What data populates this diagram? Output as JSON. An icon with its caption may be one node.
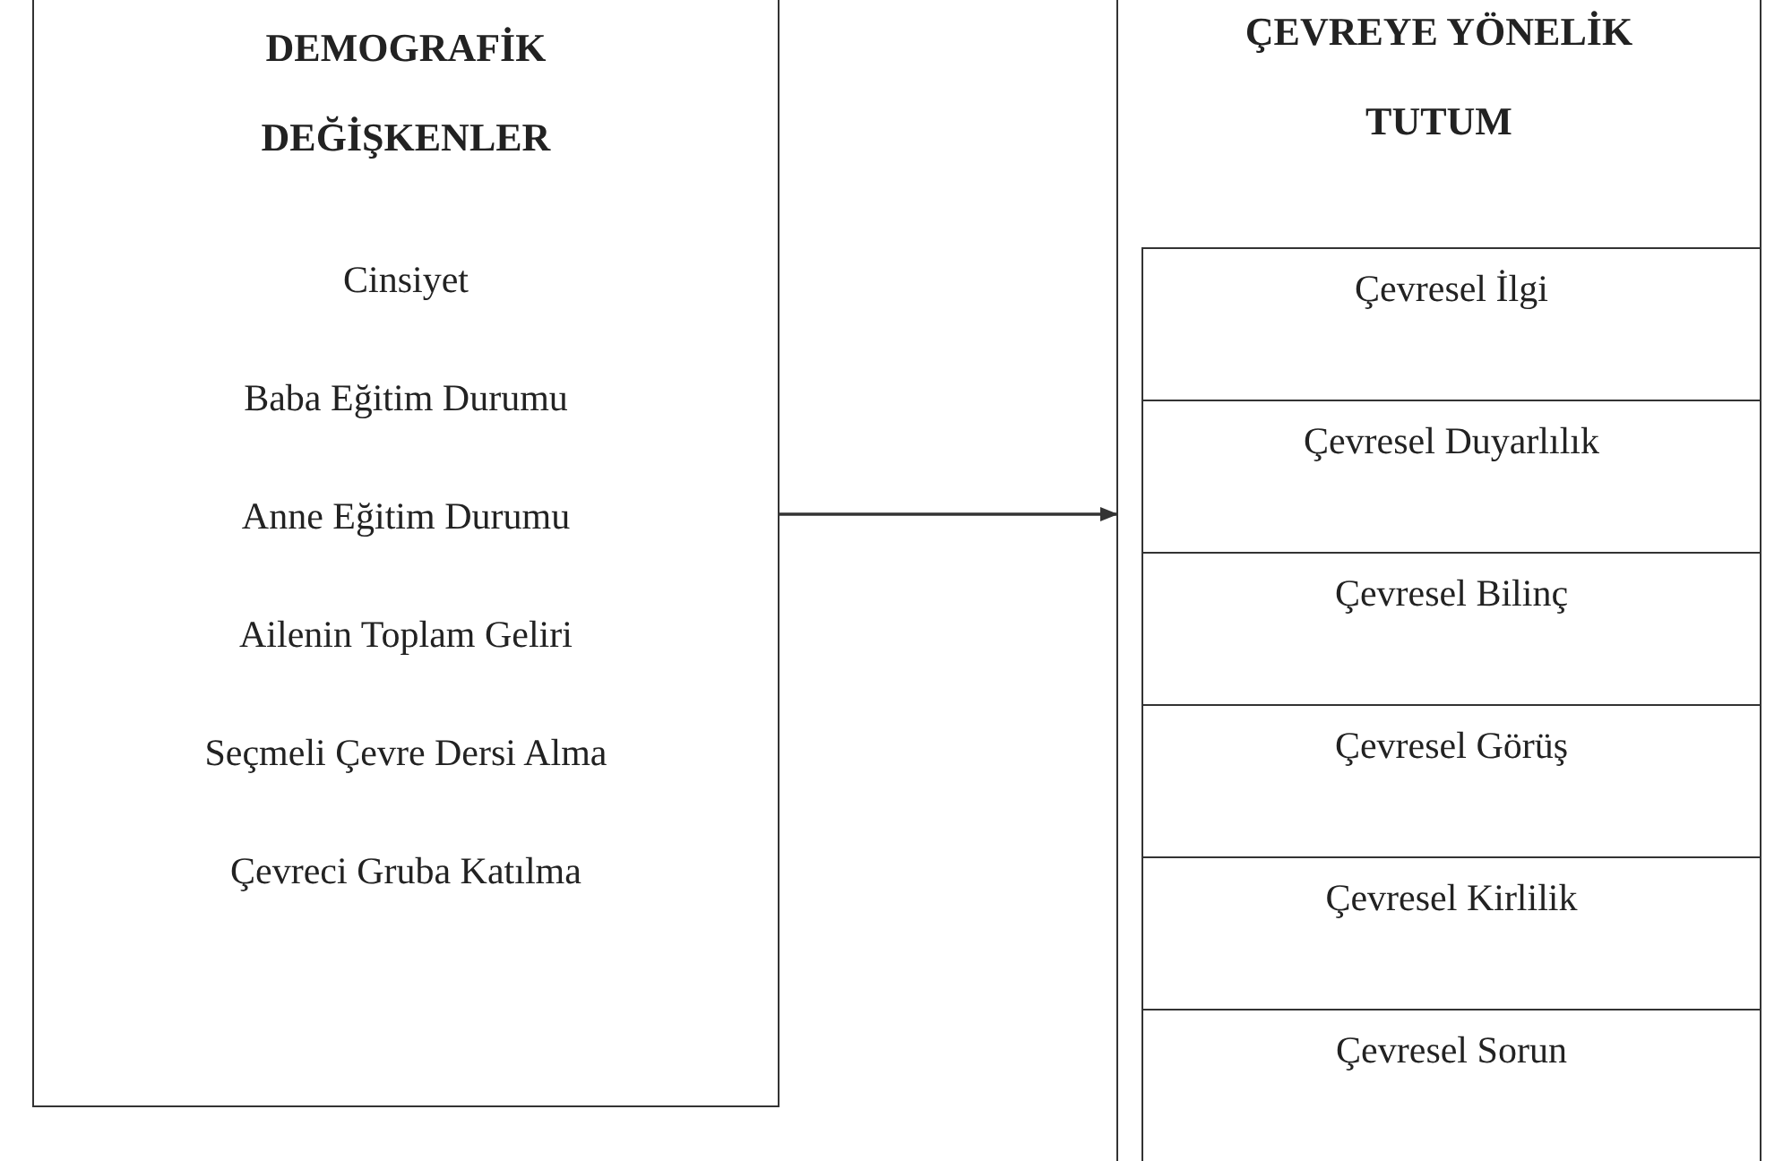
{
  "diagram": {
    "nodes": [
      {
        "text": [
          "DEMOGRAFİK DEĞİŞKENLER",
          "Cinsiyet",
          "Baba Eğitim Durumu",
          "Anne Eğitim Durumu",
          "Ailenin Toplam Geliri",
          "Seçmeli Çevre Dersi Alma",
          "Çevreci Gruba Katılma"
        ]
      },
      {
        "text": [
          "ÇEVREYE YÖNELİK TUTUM"
        ]
      },
      {
        "text": [
          "Çevresel İlgi"
        ],
        "in": 1
      },
      {
        "text": [
          "Çevresel Duyarlılık"
        ],
        "in": 1
      },
      {
        "text": [
          "Çevresel Bilinç"
        ],
        "in": 1
      },
      {
        "text": [
          "Çevresel Görüş"
        ],
        "in": 1
      },
      {
        "text": [
          "Çevresel Kirlilik"
        ],
        "in": 1
      },
      {
        "text": [
          "Çevresel Sorun"
        ],
        "in": 1
      }
    ],
    "edges": [
      {
        "from": 0,
        "to": 1,
        "arrow": "to"
      }
    ]
  }
}
